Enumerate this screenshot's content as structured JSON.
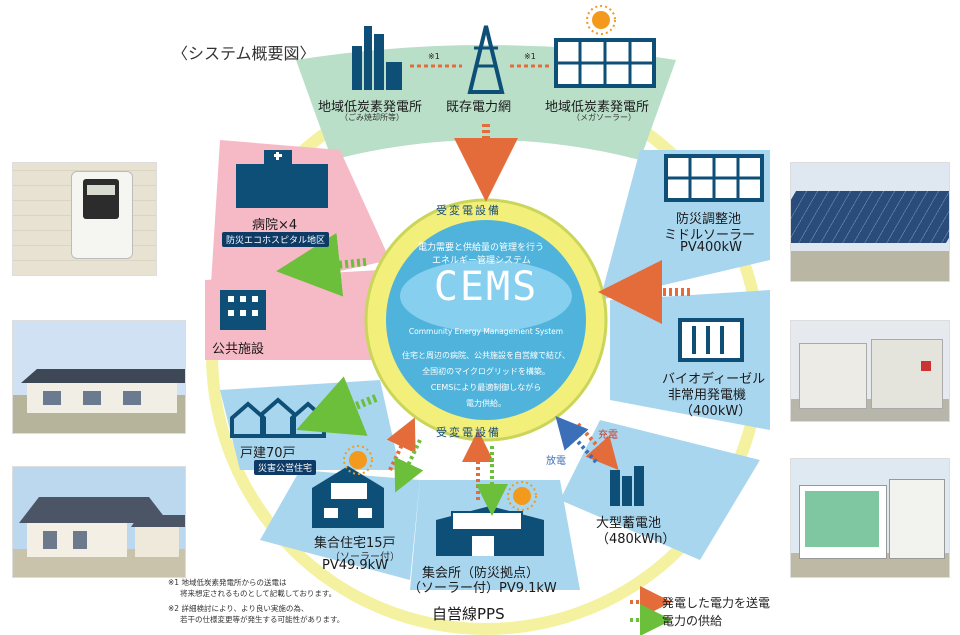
{
  "title": "〈システム概要図〉",
  "colors": {
    "outer_ring": "#f4f2a0",
    "green_band": "#b9dfc8",
    "blue_sector": "#a9d6ef",
    "pink_sector": "#f6b9c6",
    "core": "#4fb3dc",
    "core_ring": "#f3ef7b",
    "send_arrow": "#e46c3a",
    "supply_arrow": "#6cbf3a",
    "tag_bg": "#0d3b66"
  },
  "top": {
    "left": {
      "label": "地域低炭素発電所",
      "sub": "（ごみ焼却所等）"
    },
    "center": {
      "label": "既存電力網"
    },
    "right": {
      "label": "地域低炭素発電所",
      "sub": "（メガソーラー）"
    },
    "note_mark_left": "※1",
    "note_mark_right": "※1"
  },
  "right_side": {
    "solar": {
      "line1": "防災調整池",
      "line2": "ミドルソーラー",
      "line3": "PV400kW"
    },
    "diesel": {
      "line1": "バイオディーゼル",
      "line2": "非常用発電機",
      "line3": "（400kW）"
    },
    "battery": {
      "line1": "大型蓄電池",
      "line2": "（480kWh）"
    },
    "charge": "充電",
    "discharge": "放電"
  },
  "left_side": {
    "hospital": {
      "label": "病院×4",
      "tag": "防災エコホスピタル地区"
    },
    "public": {
      "label": "公共施設"
    },
    "houses": {
      "label": "戸建70戸",
      "tag": "災害公営住宅"
    },
    "apartments": {
      "line1": "集合住宅15戸",
      "line2": "（ソーラー付）",
      "line3": "PV49.9kW"
    }
  },
  "bottom": {
    "hall": {
      "line1": "集会所（防災拠点）",
      "line2": "（ソーラー付）PV9.1kW"
    },
    "pps": "自営線PPS"
  },
  "core": {
    "ring_top": "受変電設備",
    "ring_bottom": "受変電設備",
    "intro1": "電力需要と供給量の管理を行う",
    "intro2": "エネルギー管理システム",
    "name": "CEMS",
    "full_name": "Community Energy Management System",
    "desc1": "住宅と周辺の病院、公共施設を自営線で結び、",
    "desc2": "全国初のマイクログリッドを構築。",
    "desc3": "CEMSにより最適制御しながら",
    "desc4": "電力供給。"
  },
  "footnotes": {
    "n1a": "※1 地域低炭素発電所からの送電は",
    "n1b": "将来想定されるものとして記載しております。",
    "n2a": "※2 詳細検討により、より良い実施の為、",
    "n2b": "若干の仕様変更等が発生する可能性があります。"
  },
  "legend": {
    "send": "発電した電力を送電",
    "supply": "電力の供給"
  },
  "photos": {
    "meter": "smart-meter-photo",
    "house1": "house-photo",
    "house2": "house-photo-2",
    "solar": "solar-farm-photo",
    "diesel": "diesel-generator-photo",
    "battery": "battery-container-photo"
  }
}
